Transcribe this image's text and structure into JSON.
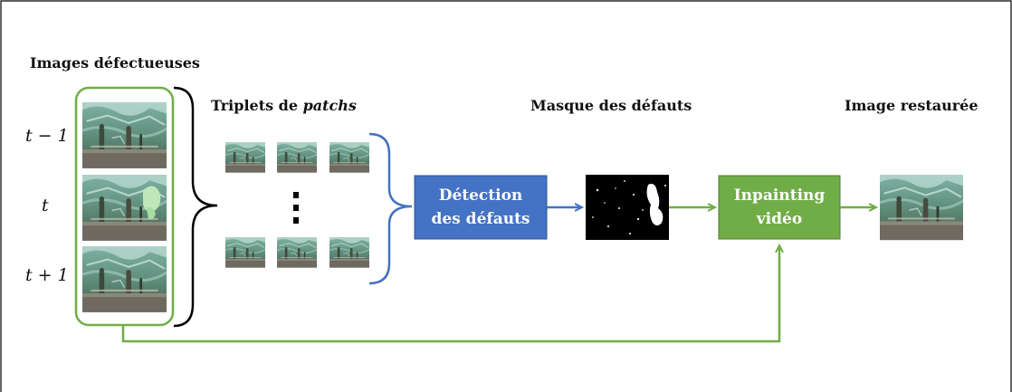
{
  "labels": {
    "defective_images": "Images défectueuses",
    "triplets_prefix": "Triplets de ",
    "triplets_italic": "patchs",
    "defect_mask": "Masque des défauts",
    "restored_image": "Image restaurée"
  },
  "time_labels": {
    "t_minus_1": "t − 1",
    "t": "t",
    "t_plus_1": "t + 1"
  },
  "boxes": {
    "detection_line1": "Détection",
    "detection_line2": "des défauts",
    "inpainting_line1": "Inpainting",
    "inpainting_line2": "vidéo"
  },
  "colors": {
    "green": "#70ad47",
    "green_box": "#70ad47",
    "blue": "#4472c4",
    "blue_box": "#4472c4",
    "frame_border": "#000000"
  }
}
